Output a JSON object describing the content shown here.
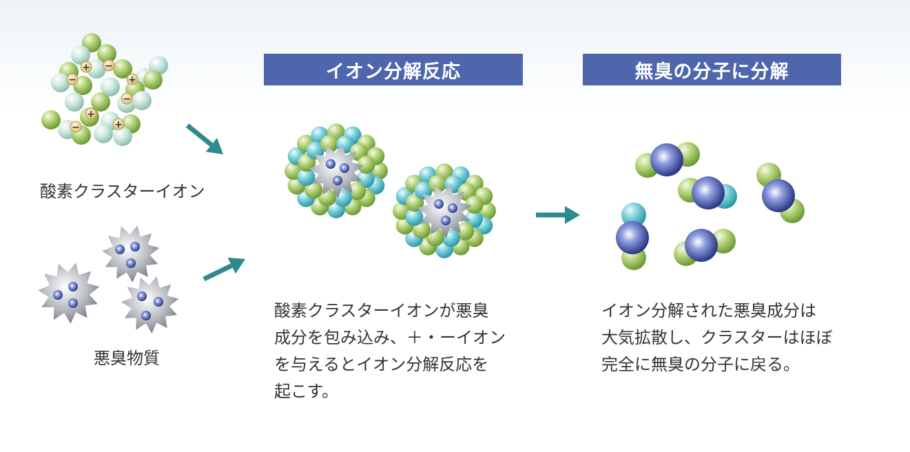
{
  "headings": {
    "reaction": "イオン分解反応",
    "result": "無臭の分子に分解"
  },
  "labels": {
    "oxygen_cluster_ion": "酸素クラスターイオン",
    "odor_substance": "悪臭物質"
  },
  "descriptions": {
    "reaction_lines": [
      "酸素クラスターイオンが悪臭",
      "成分を包み込み、＋・ーイオン",
      "を与えるとイオン分解反応を",
      "起こす。"
    ],
    "result_lines": [
      "イオン分解された悪臭成分は",
      "大気拡散し、クラスターはほぼ",
      "完全に無臭の分子に戻る。"
    ]
  },
  "ion_signs": {
    "plus": "+",
    "minus": "−"
  },
  "colors": {
    "banner": "#4f66ad",
    "arrow": "#2e8a8c",
    "green_ball": "#9cc35a",
    "teal_ball": "#5cc2cf",
    "navy_ball": "#2e3f8f",
    "odor_star": "#a0a4aa"
  },
  "icons": [
    "oxygen-cluster-icon",
    "odor-molecule-icon",
    "reaction-cluster-icon",
    "odorless-molecule-icon",
    "arrow-icon"
  ]
}
